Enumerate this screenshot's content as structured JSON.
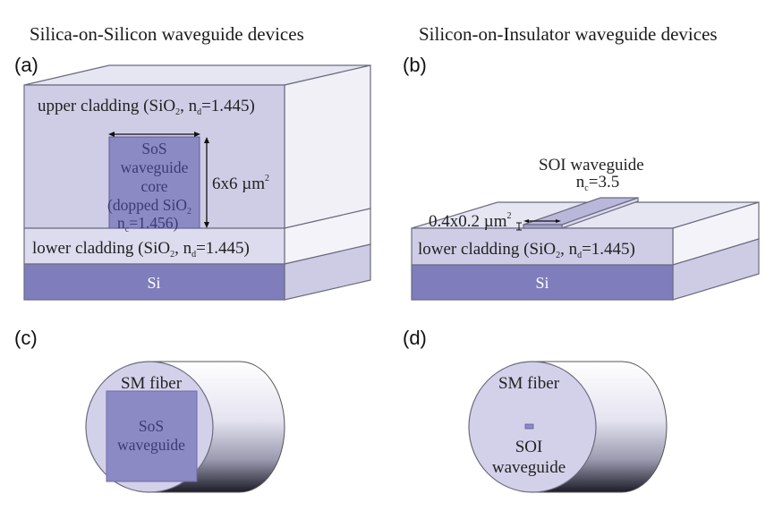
{
  "titles": {
    "left": "Silica-on-Silicon waveguide devices",
    "right": "Silicon-on-Insulator waveguide devices"
  },
  "panels": {
    "a": {
      "label": "(a)",
      "upper_cladding": {
        "text": "upper cladding (SiO",
        "sub": "2",
        "mid": ", n",
        "sub2": "d",
        "tail": "=1.445)"
      },
      "core_lines": [
        "SoS",
        "waveguide",
        "core",
        "(dopped SiO"
      ],
      "core_sub": "2",
      "core_index": {
        "text": "n",
        "sub": "c",
        "tail": "=1.456)"
      },
      "dimension": {
        "text": "6x6 µm",
        "sup": "2"
      },
      "lower_cladding": {
        "text": "lower cladding (SiO",
        "sub": "2",
        "mid": ", n",
        "sub2": "d",
        "tail": "=1.445)"
      },
      "substrate": "Si"
    },
    "b": {
      "label": "(b)",
      "waveguide_title": "SOI waveguide",
      "waveguide_index": {
        "text": "n",
        "sub": "c",
        "tail": "=3.5"
      },
      "dimension": {
        "text": "0.4x0.2 µm",
        "sup": "2"
      },
      "lower_cladding": {
        "text": "lower cladding (SiO",
        "sub": "2",
        "mid": ", n",
        "sub2": "d",
        "tail": "=1.445)"
      },
      "substrate": "Si"
    },
    "c": {
      "label": "(c)",
      "fiber": "SM fiber",
      "core_lines": [
        "SoS",
        "waveguide"
      ]
    },
    "d": {
      "label": "(d)",
      "fiber": "SM fiber",
      "core_lines": [
        "SOI",
        "waveguide"
      ]
    }
  },
  "colors": {
    "cladding_front": "#cfcde6",
    "cladding_top": "#e6e5f2",
    "cladding_side": "#f1f0f7",
    "core": "#8c8ac4",
    "substrate": "#7f7dbb",
    "substrate_side": "#cdcce4",
    "fiber_face": "#d3d1ea"
  }
}
